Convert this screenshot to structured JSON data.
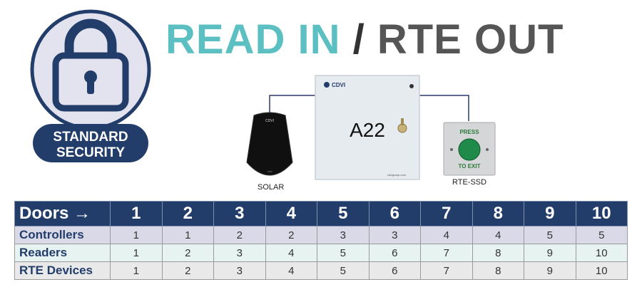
{
  "badge": {
    "line1": "STANDARD",
    "line2": "SECURITY",
    "colors": {
      "navy": "#233d6b",
      "ring": "#e3e3ef"
    }
  },
  "title": {
    "part1": "READ IN",
    "separator": "/",
    "part2": "RTE OUT",
    "colors": {
      "teal": "#5cc0c3",
      "gray": "#555555"
    }
  },
  "devices": {
    "controller": {
      "brand": "CDVI",
      "model": "A22",
      "footer": "cdvigroup.com"
    },
    "reader": {
      "brand": "CDVI",
      "label": "SOLAR",
      "small_text": "cdvi"
    },
    "rte": {
      "top_text": "PRESS",
      "bottom_text": "TO EXIT",
      "label": "RTE-SSD"
    }
  },
  "table": {
    "header_label": "Doors →",
    "doors": [
      "1",
      "2",
      "3",
      "4",
      "5",
      "6",
      "7",
      "8",
      "9",
      "10"
    ],
    "rows": [
      {
        "label": "Controllers",
        "values": [
          "1",
          "1",
          "2",
          "2",
          "3",
          "3",
          "4",
          "4",
          "5",
          "5"
        ]
      },
      {
        "label": "Readers",
        "values": [
          "1",
          "2",
          "3",
          "4",
          "5",
          "6",
          "7",
          "8",
          "9",
          "10"
        ]
      },
      {
        "label": "RTE Devices",
        "values": [
          "1",
          "2",
          "3",
          "4",
          "5",
          "6",
          "7",
          "8",
          "9",
          "10"
        ]
      }
    ]
  }
}
